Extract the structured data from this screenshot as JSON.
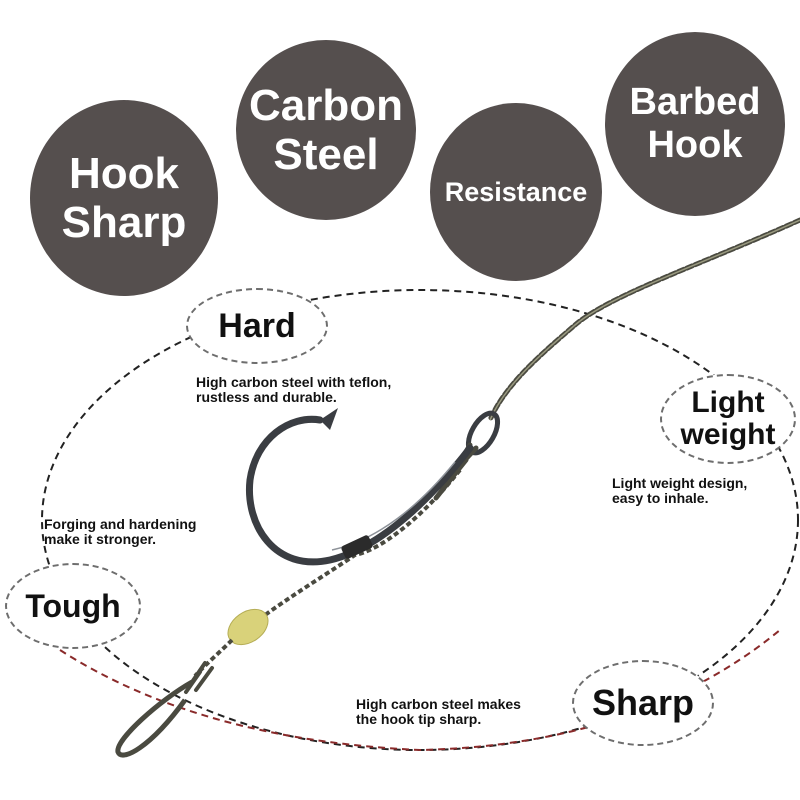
{
  "badges": [
    {
      "lines": [
        "Hook",
        "Sharp"
      ]
    },
    {
      "lines": [
        "Carbon",
        "Steel"
      ]
    },
    {
      "lines": [
        "Resistance"
      ]
    },
    {
      "lines": [
        "Barbed",
        "Hook"
      ]
    }
  ],
  "features": {
    "hard": {
      "label": "Hard",
      "desc": [
        "High carbon steel with teflon,",
        "rustless and durable."
      ]
    },
    "light_weight": {
      "label_lines": [
        "Light",
        "weight"
      ],
      "desc": [
        "Light weight design,",
        "easy to inhale."
      ]
    },
    "tough": {
      "label": "Tough",
      "desc": [
        "Forging and hardening",
        "make it stronger."
      ]
    },
    "sharp": {
      "label": "Sharp",
      "desc": [
        "High carbon steel makes",
        "the hook tip sharp."
      ]
    }
  },
  "colors": {
    "badge_fill": "#554f4e",
    "badge_text": "#ffffff",
    "line": "#4a4a40",
    "bead": "#d9d27a",
    "hook": "#3a3d42",
    "ring_dash_top": "#222222",
    "ring_dash_bottom": "#8a2a2a"
  },
  "icons": {
    "hook": "fish-hook-icon",
    "bead": "bead-icon",
    "line": "fishing-line-icon"
  }
}
